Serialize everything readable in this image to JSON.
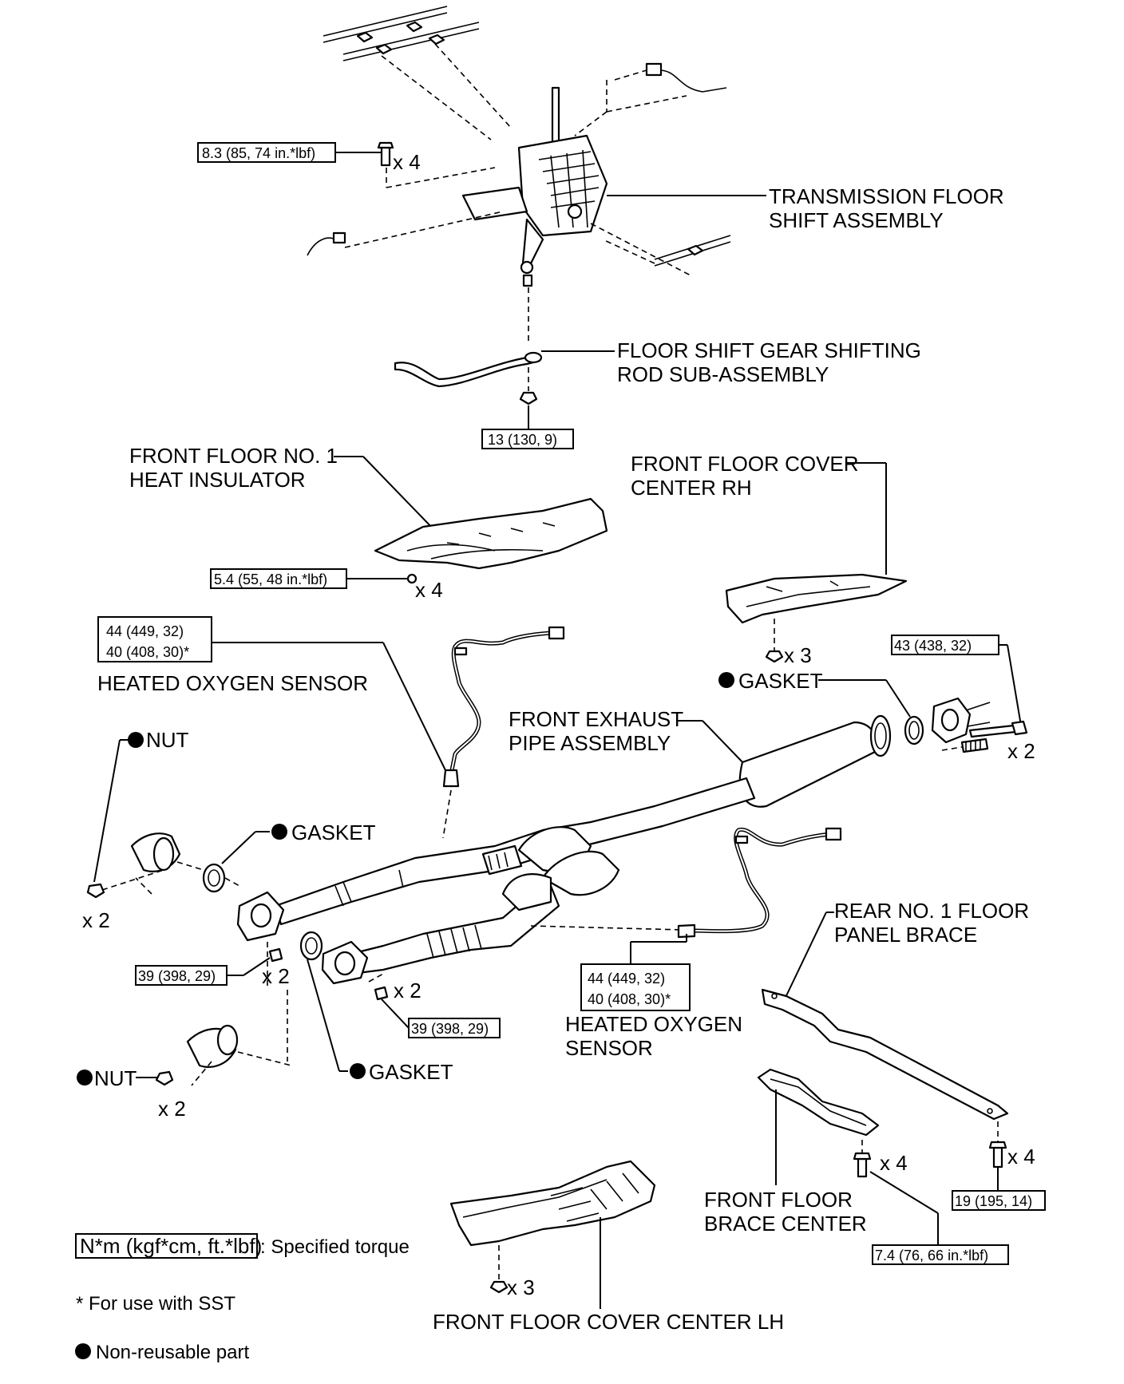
{
  "labels": {
    "transmission_floor_shift": [
      "TRANSMISSION FLOOR",
      "SHIFT ASSEMBLY"
    ],
    "shifting_rod": [
      "FLOOR SHIFT GEAR SHIFTING",
      "ROD SUB-ASSEMBLY"
    ],
    "heat_insulator": [
      "FRONT FLOOR NO. 1",
      "HEAT INSULATOR"
    ],
    "cover_center_rh": [
      "FRONT FLOOR COVER",
      "CENTER RH"
    ],
    "heated_oxygen_sensor_1": "HEATED OXYGEN SENSOR",
    "heated_oxygen_sensor_2": [
      "HEATED OXYGEN",
      "SENSOR"
    ],
    "front_exhaust_pipe": [
      "FRONT EXHAUST",
      "PIPE ASSEMBLY"
    ],
    "rear_floor_panel_brace": [
      "REAR NO. 1 FLOOR",
      "PANEL BRACE"
    ],
    "front_floor_brace_center": [
      "FRONT FLOOR",
      "BRACE CENTER"
    ],
    "cover_center_lh": "FRONT FLOOR COVER CENTER LH",
    "gasket": "GASKET",
    "nut": "NUT"
  },
  "torques": {
    "shift_bolts": "8.3 (85, 74 in.*lbf)",
    "rod_nut": "13 (130, 9)",
    "insulator_nuts": "5.4 (55, 48 in.*lbf)",
    "sensor1_a": "44 (449, 32)",
    "sensor1_b": "40 (408, 30)*",
    "flange_bolts": "43 (438, 32)",
    "front_bolts_left": "39 (398, 29)",
    "front_bolts_right": "39 (398, 29)",
    "sensor2_a": "44 (449, 32)",
    "sensor2_b": "40 (408, 30)*",
    "brace_bolts": "19 (195, 14)",
    "brace_center_bolts": "7.4 (76, 66 in.*lbf)"
  },
  "quantities": {
    "shift_bolts": "x 4",
    "insulator_nuts": "x 4",
    "cover_rh_nuts": "x 3",
    "flange_bolts": "x 2",
    "nut_upper": "x 2",
    "front_bolts_left": "x 2",
    "front_bolts_right": "x 2",
    "nut_lower": "x 2",
    "brace_center_bolts": "x 4",
    "brace_bolts": "x 4",
    "cover_lh_nuts": "x 3"
  },
  "legend": {
    "torque_unit": "N*m (kgf*cm, ft.*lbf)",
    "torque_text": ": Specified torque",
    "sst_note": "* For use with SST",
    "non_reusable": "Non-reusable part"
  }
}
